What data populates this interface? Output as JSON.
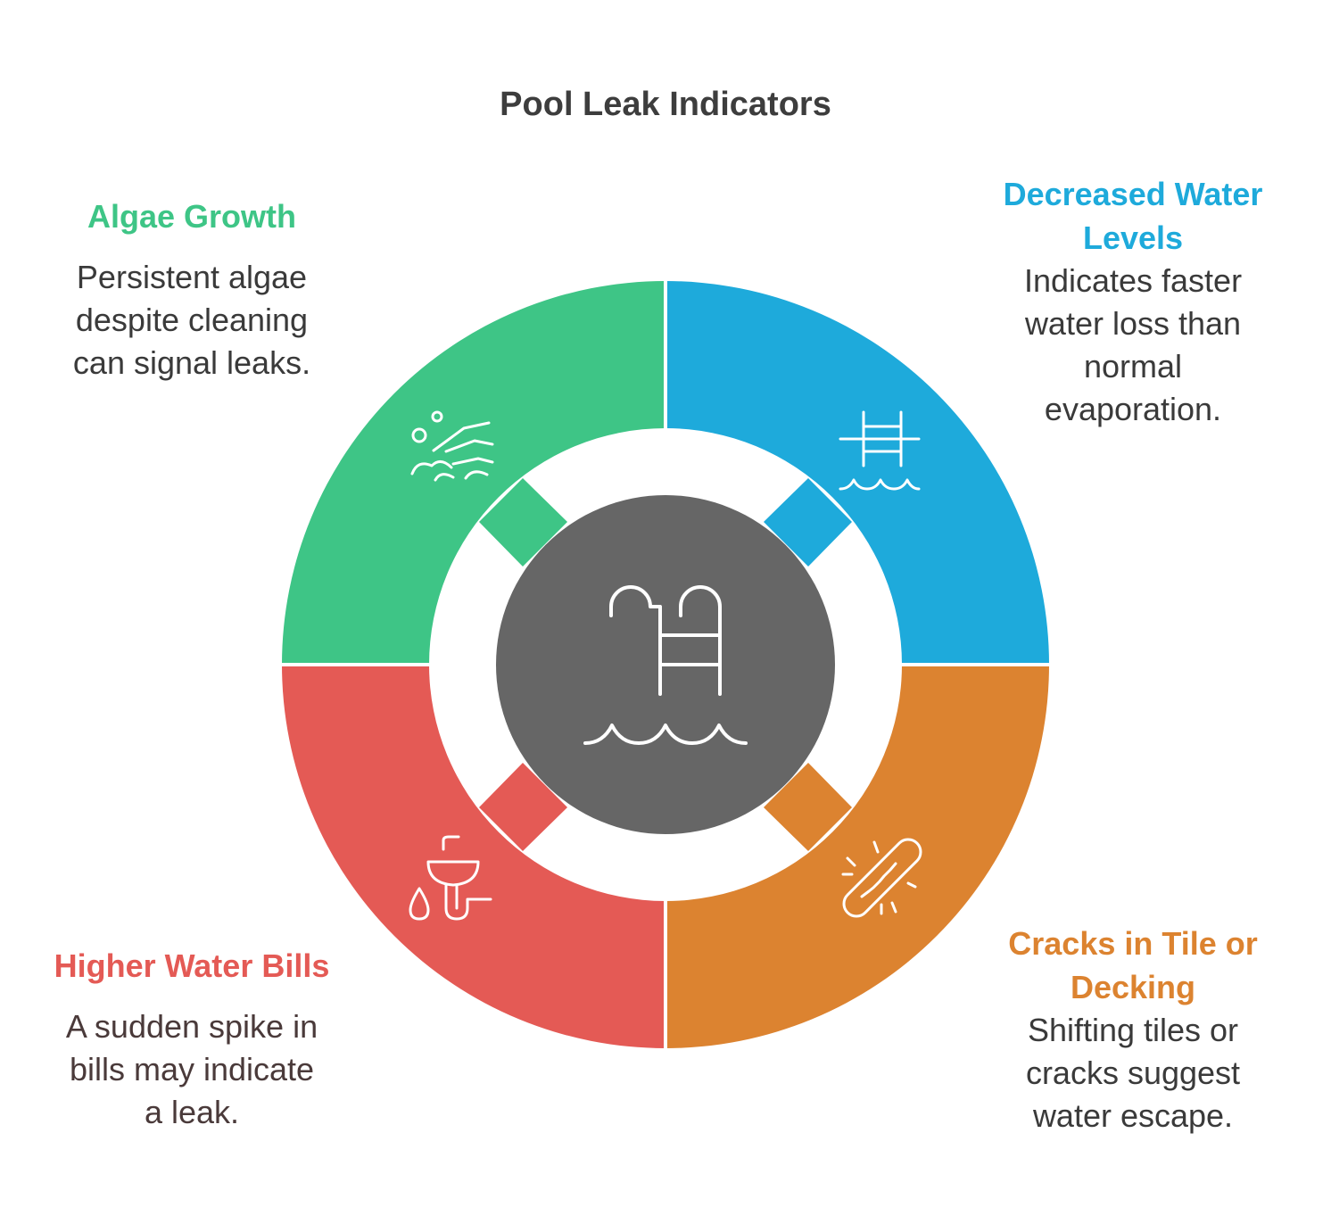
{
  "title": "Pool Leak Indicators",
  "colors": {
    "algae": "#3ec586",
    "water_levels": "#1eaadb",
    "bills": "#e45a55",
    "cracks": "#dc8330",
    "center": "#666666",
    "title": "#3d3d3d"
  },
  "center": {
    "icon": "pool-ladder-icon"
  },
  "segments": [
    {
      "id": "algae",
      "heading": "Algae Growth",
      "lines": [
        "Persistent algae",
        "despite cleaning",
        "can signal leaks."
      ],
      "icon": "algae-hand-icon"
    },
    {
      "id": "water_levels",
      "heading_lines": [
        "Decreased Water",
        "Levels"
      ],
      "lines": [
        "Indicates faster",
        "water loss than",
        "normal",
        "evaporation."
      ],
      "icon": "ladder-water-icon"
    },
    {
      "id": "bills",
      "heading": "Higher Water Bills",
      "lines": [
        "A sudden spike in",
        "bills may indicate",
        "a leak."
      ],
      "icon": "sink-drip-icon"
    },
    {
      "id": "cracks",
      "heading_lines": [
        "Cracks in Tile or",
        "Decking"
      ],
      "lines": [
        "Shifting tiles or",
        "cracks suggest",
        "water escape."
      ],
      "icon": "cracked-tile-icon"
    }
  ]
}
